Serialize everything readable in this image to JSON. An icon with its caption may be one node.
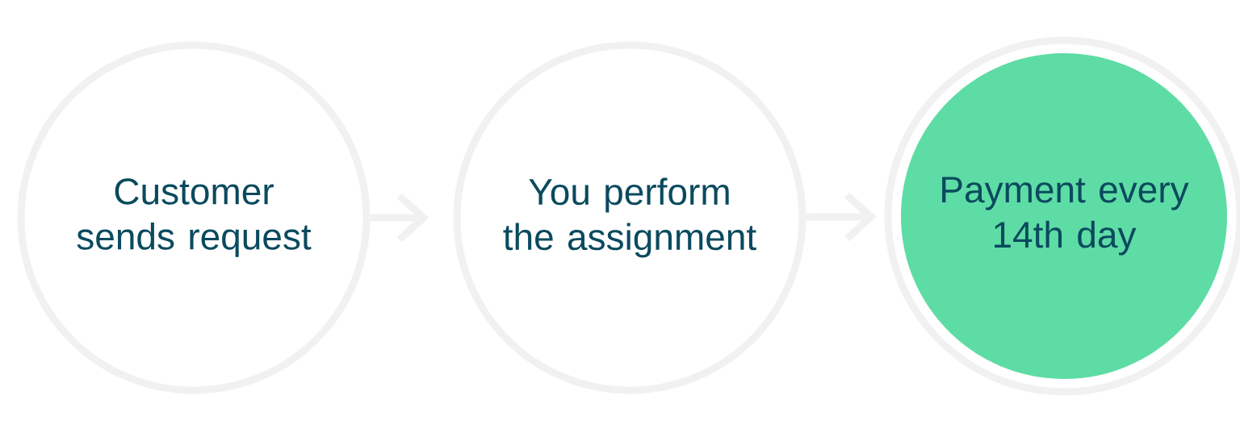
{
  "diagram": {
    "nodes": [
      {
        "text": [
          "Customer sends request"
        ]
      },
      {
        "text": [
          "You perform the assignment"
        ]
      },
      {
        "text": [
          "Payment every 14th day"
        ]
      }
    ],
    "edges": [
      {
        "from": 0,
        "to": 1,
        "arrow": "to"
      },
      {
        "from": 1,
        "to": 2,
        "arrow": "to"
      }
    ]
  }
}
